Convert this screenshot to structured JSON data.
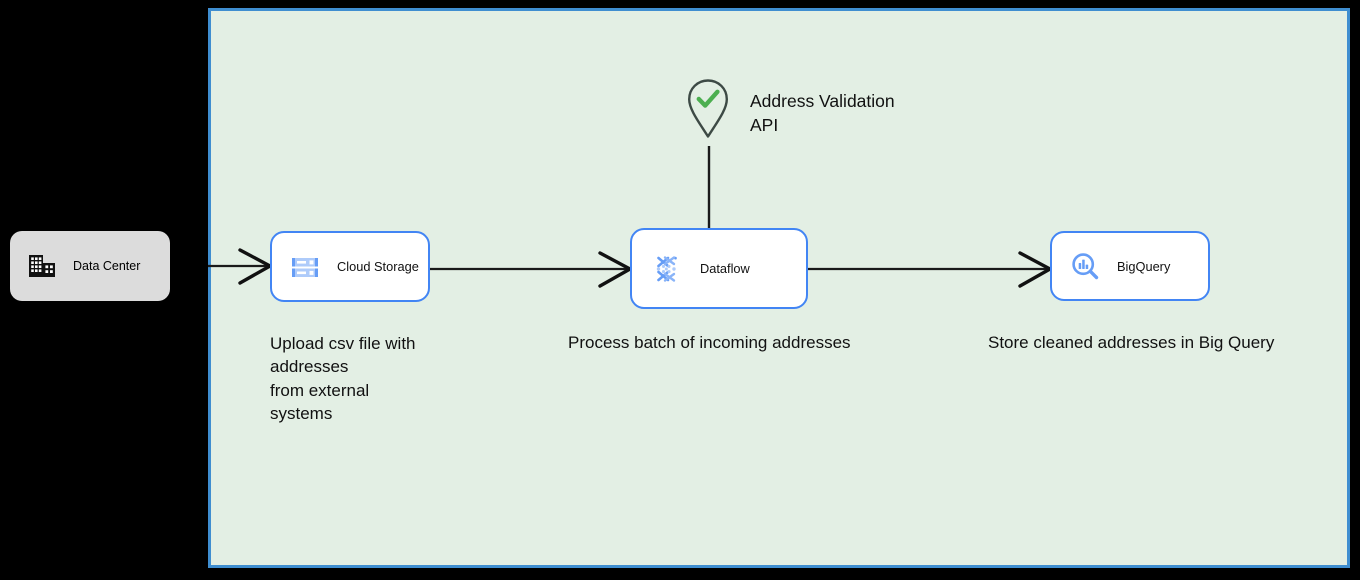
{
  "canvas": {
    "background_color": "#e3efe4",
    "border_color": "#3f8ed0"
  },
  "external_system": {
    "label": "Data Center",
    "icon": "office-building-icon",
    "background_color": "#dcdcdc"
  },
  "nodes": [
    {
      "id": "cloud-storage",
      "label": "Cloud Storage",
      "icon": "cloud-storage-icon",
      "border_color": "#4285f4",
      "caption": "Upload csv file with\naddresses\nfrom external\nsystems"
    },
    {
      "id": "dataflow",
      "label": "Dataflow",
      "icon": "dataflow-icon",
      "border_color": "#4285f4",
      "caption": "Process batch of incoming addresses"
    },
    {
      "id": "bigquery",
      "label": "BigQuery",
      "icon": "bigquery-icon",
      "border_color": "#4285f4",
      "caption": "Store cleaned addresses in Big Query"
    }
  ],
  "api_service": {
    "label": "Address Validation\nAPI",
    "icon": "map-pin-check-icon",
    "pin_color": "#3d4a45",
    "check_color": "#4caf50"
  },
  "connectors": [
    {
      "id": "datacenter-to-cloud-storage",
      "from": "Data Center",
      "to": "Cloud Storage",
      "arrowhead": "open"
    },
    {
      "id": "cloud-storage-to-dataflow",
      "from": "Cloud Storage",
      "to": "Dataflow",
      "arrowhead": "open"
    },
    {
      "id": "dataflow-to-bigquery",
      "from": "Dataflow",
      "to": "BigQuery",
      "arrowhead": "open"
    },
    {
      "id": "api-to-dataflow",
      "from": "Address Validation API",
      "to": "Dataflow",
      "arrowhead": "none"
    }
  ]
}
